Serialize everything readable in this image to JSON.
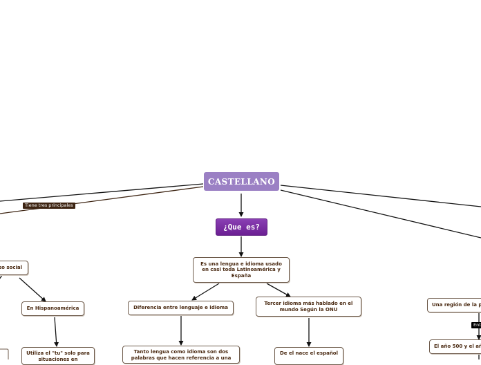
{
  "nodes": {
    "root": "CASTELLANO",
    "que_es": "¿Que es?",
    "uso_social": "so social",
    "hispanoamerica": "En Hispanoamérica",
    "utiliza_tu": "Utiliza el \"tu\" solo para situaciones en",
    "definicion": "Es una lengua e idioma usado en casi toda Latinoamérica y España",
    "diferencia": "Diferencia entre lenguaje e idioma",
    "tanto_lengua": "Tanto lengua como idioma son dos palabras que hacen referencia a una",
    "tercer_idioma": "Tercer idioma más hablado en el mundo Según la ONU",
    "nace": "De el nace el español",
    "region": "Una región de la p",
    "ano_500": "El año 500 y el añ"
  },
  "labels": {
    "tiene_tres": "Tiene tres principales",
    "entre": "Entre"
  },
  "colors": {
    "root_fill": "#9b80c4",
    "question_fill": "#6b1f93",
    "node_border": "#6d5a4a",
    "node_text": "#4a2a12",
    "link_dark": "#111111",
    "link_brown": "#3d2412"
  }
}
